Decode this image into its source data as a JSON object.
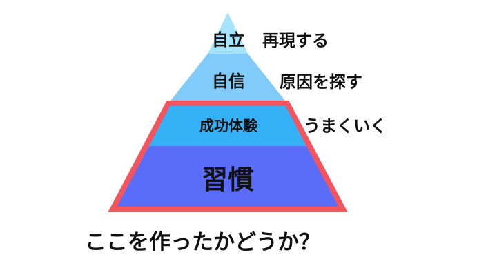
{
  "pyramid": {
    "layers": [
      {
        "label": "自立",
        "side_label": "再現する",
        "color": "#a6e3fc"
      },
      {
        "label": "自信",
        "side_label": "原因を探す",
        "color": "#80cbf9"
      },
      {
        "label": "成功体験",
        "side_label": "うまくいく",
        "color": "#35b2f7"
      },
      {
        "label": "習慣",
        "side_label": "",
        "color": "#5a6df8"
      }
    ],
    "highlight_color": "#f2555e"
  },
  "caption": "ここを作ったかどうか？"
}
